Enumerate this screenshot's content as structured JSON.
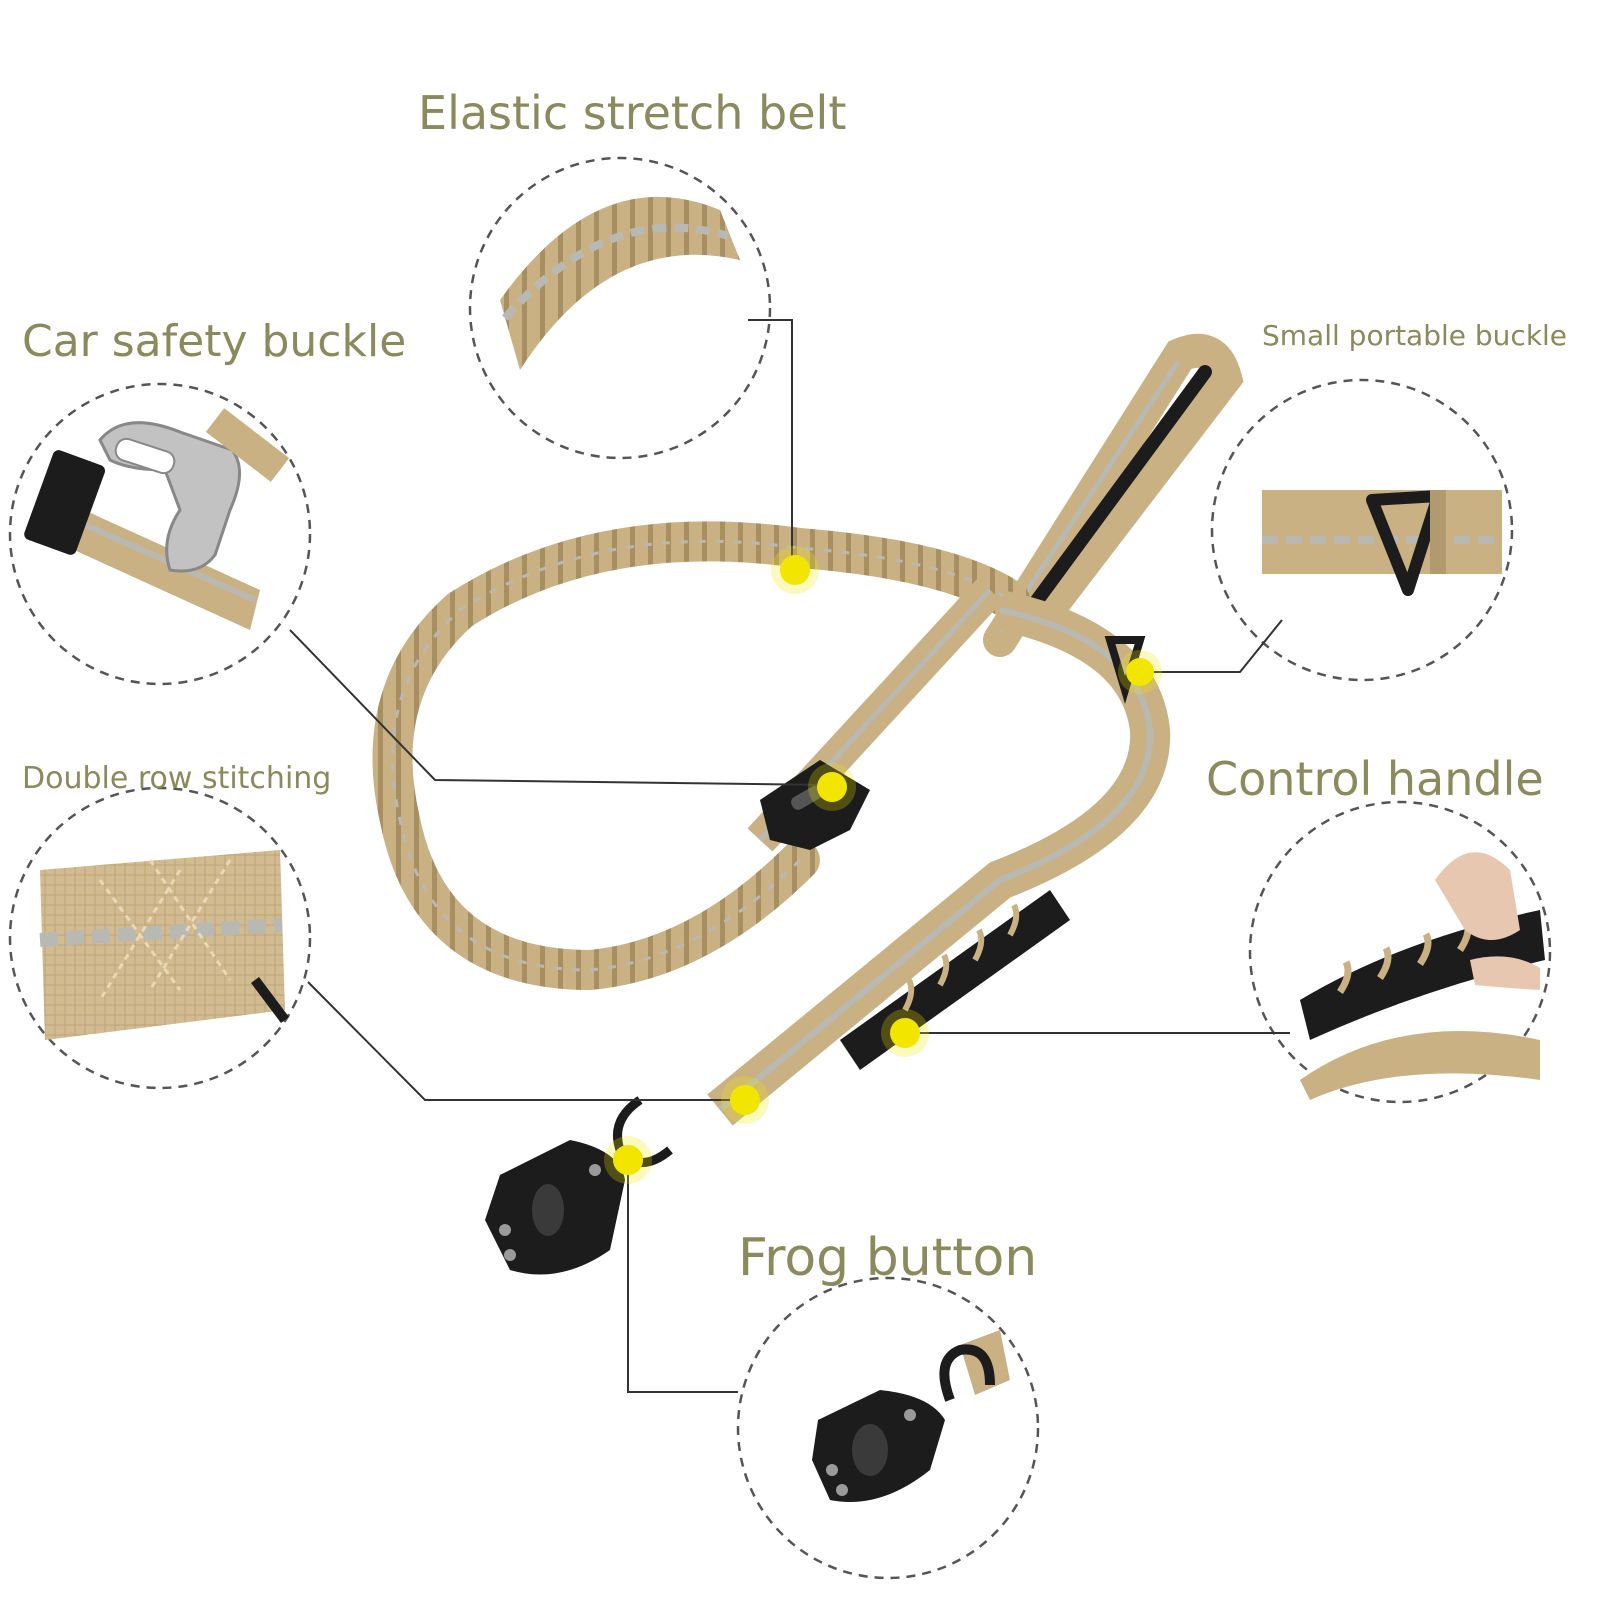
{
  "labels": {
    "elastic": "Elastic stretch belt",
    "car": "Car safety buckle",
    "small": "Small portable buckle",
    "double": "Double row stitching",
    "control": "Control handle",
    "frog": "Frog button"
  },
  "colors": {
    "label_text": "#8a8a5c",
    "webbing_tan": "#c9b184",
    "webbing_shadow": "#a88f62",
    "reflective_stripe": "#b9b9b4",
    "hardware_black": "#1c1c1c",
    "marker_yellow": "#f2e600",
    "leader_line": "#333333",
    "dashed_circle": "#555555"
  },
  "icons": {
    "marker": "yellow-dot-marker",
    "elastic": "bungee-coil-icon",
    "car": "seatbelt-buckle-icon",
    "small": "d-ring-icon",
    "double": "stitching-icon",
    "control": "rubber-handle-icon",
    "frog": "frog-clip-icon"
  }
}
